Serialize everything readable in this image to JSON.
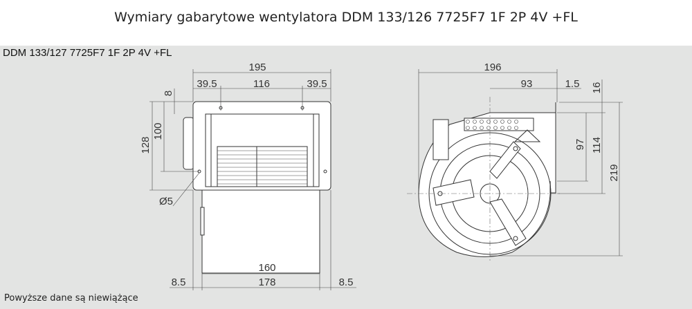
{
  "title": "Wymiary gabarytowe wentylatora DDM 133/126 7725F7 1F 2P 4V +FL",
  "drawing": {
    "model_label": "DDM 133/127 7725F7 1F 2P 4V +FL",
    "front_view": {
      "overall_width": "195",
      "hole_offset_left": "39.5",
      "hole_spacing": "116",
      "hole_offset_right": "39.5",
      "top_offset": "8",
      "flange_height": "128",
      "inner_height": "100",
      "hole_diameter": "Ø5",
      "motor_width": "160",
      "base_width": "178",
      "side_left": "8.5",
      "side_right": "8.5"
    },
    "side_view": {
      "overall_width": "196",
      "axis_to_flange": "93",
      "flange_thickness": "1.5",
      "top_offset": "16",
      "outlet_inner": "97",
      "outlet_height": "114",
      "overall_height": "219"
    }
  },
  "footer_note": "Powyższe dane są niewiążące"
}
